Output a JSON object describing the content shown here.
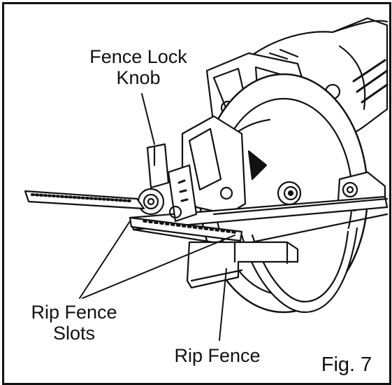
{
  "labels": {
    "fence_lock_knob": [
      "Fence Lock",
      "Knob"
    ],
    "rip_fence_slots": [
      "Rip Fence",
      "Slots"
    ],
    "rip_fence": "Rip Fence",
    "figure": "Fig. 7"
  },
  "colors": {
    "line": "#111111",
    "background": "#ffffff",
    "shade": "#9a9a9a"
  }
}
